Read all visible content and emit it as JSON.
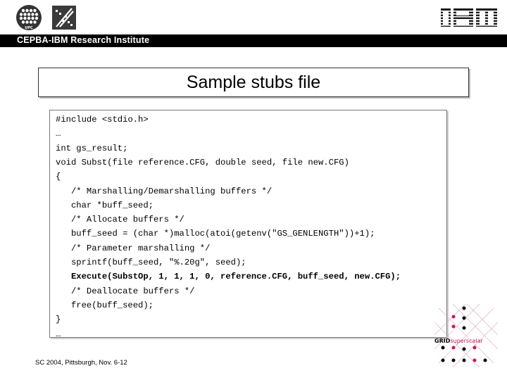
{
  "header": {
    "institute": "CEPBA-IBM Research Institute",
    "ibm_logo_text": "IBM",
    "upc_logo_text": "UPC"
  },
  "slide": {
    "title": "Sample stubs file"
  },
  "code": {
    "lines": [
      {
        "text": "#include <stdio.h>",
        "bold": false
      },
      {
        "text": "…",
        "bold": false
      },
      {
        "text": "int gs_result;",
        "bold": false
      },
      {
        "text": "void Subst(file reference.CFG, double seed, file new.CFG)",
        "bold": false
      },
      {
        "text": "{",
        "bold": false
      },
      {
        "text": "   /* Marshalling/Demarshalling buffers */",
        "bold": false
      },
      {
        "text": "   char *buff_seed;",
        "bold": false
      },
      {
        "text": "   /* Allocate buffers */",
        "bold": false
      },
      {
        "text": "   buff_seed = (char *)malloc(atoi(getenv(\"GS_GENLENGTH\"))+1);",
        "bold": false
      },
      {
        "text": "   /* Parameter marshalling */",
        "bold": false
      },
      {
        "text": "   sprintf(buff_seed, \"%.20g\", seed);",
        "bold": false
      },
      {
        "text": "   Execute(SubstOp, 1, 1, 1, 0, reference.CFG, buff_seed, new.CFG);",
        "bold": true
      },
      {
        "text": "   /* Deallocate buffers */",
        "bold": false
      },
      {
        "text": "   free(buff_seed);",
        "bold": false
      },
      {
        "text": "}",
        "bold": false
      },
      {
        "text": "…",
        "bold": false
      }
    ]
  },
  "footer": {
    "text": "SC 2004, Pittsburgh, Nov. 6-12"
  },
  "grid_logo": {
    "word_bold": "GRID",
    "word_light": "superscalar",
    "accent_color": "#c8175d"
  },
  "colors": {
    "institute_bar": "#000000",
    "ibm_blue": "#1f70c1"
  }
}
